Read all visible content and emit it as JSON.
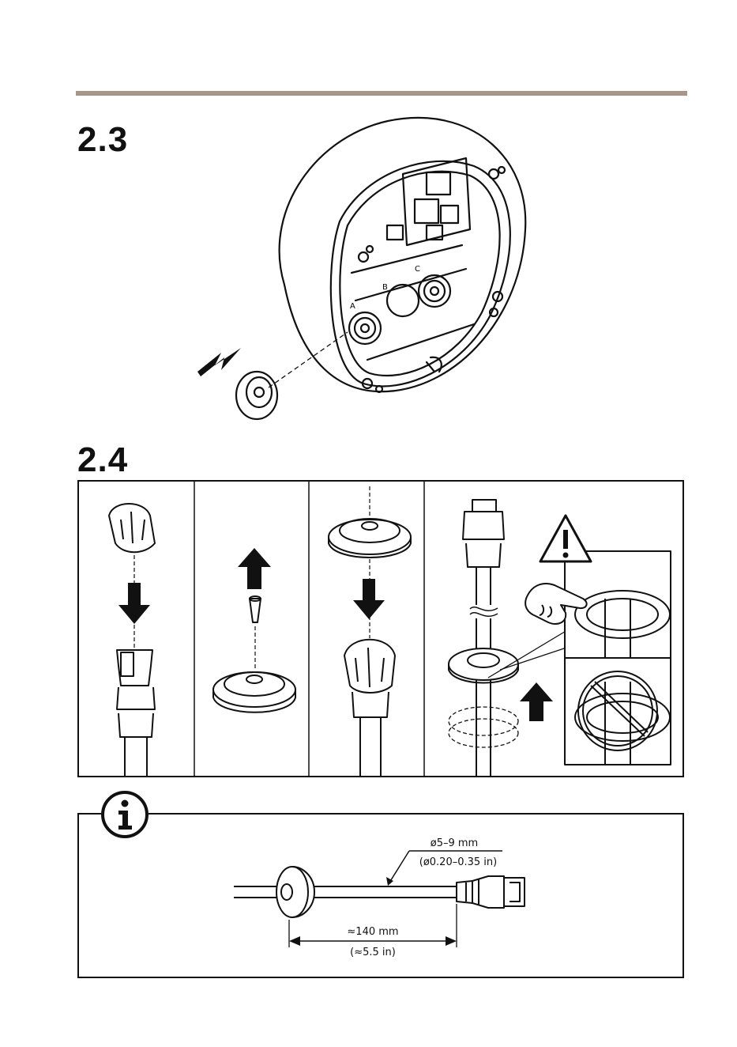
{
  "steps": {
    "step_2_3": "2.3",
    "step_2_4": "2.4"
  },
  "box_labels": {
    "a": "A",
    "b": "B",
    "c": "C"
  },
  "info": {
    "diameter_mm": "ø5–9 mm",
    "diameter_in": "(ø0.20–0.35 in)",
    "length_mm": "≈140 mm",
    "length_in": "(≈5.5 in)"
  },
  "icons": [
    "info-icon",
    "warning-icon",
    "prohibited-icon",
    "arrow-icon",
    "pointing-hand-icon"
  ],
  "colors": {
    "rule": "#a79587",
    "ink": "#111111"
  }
}
